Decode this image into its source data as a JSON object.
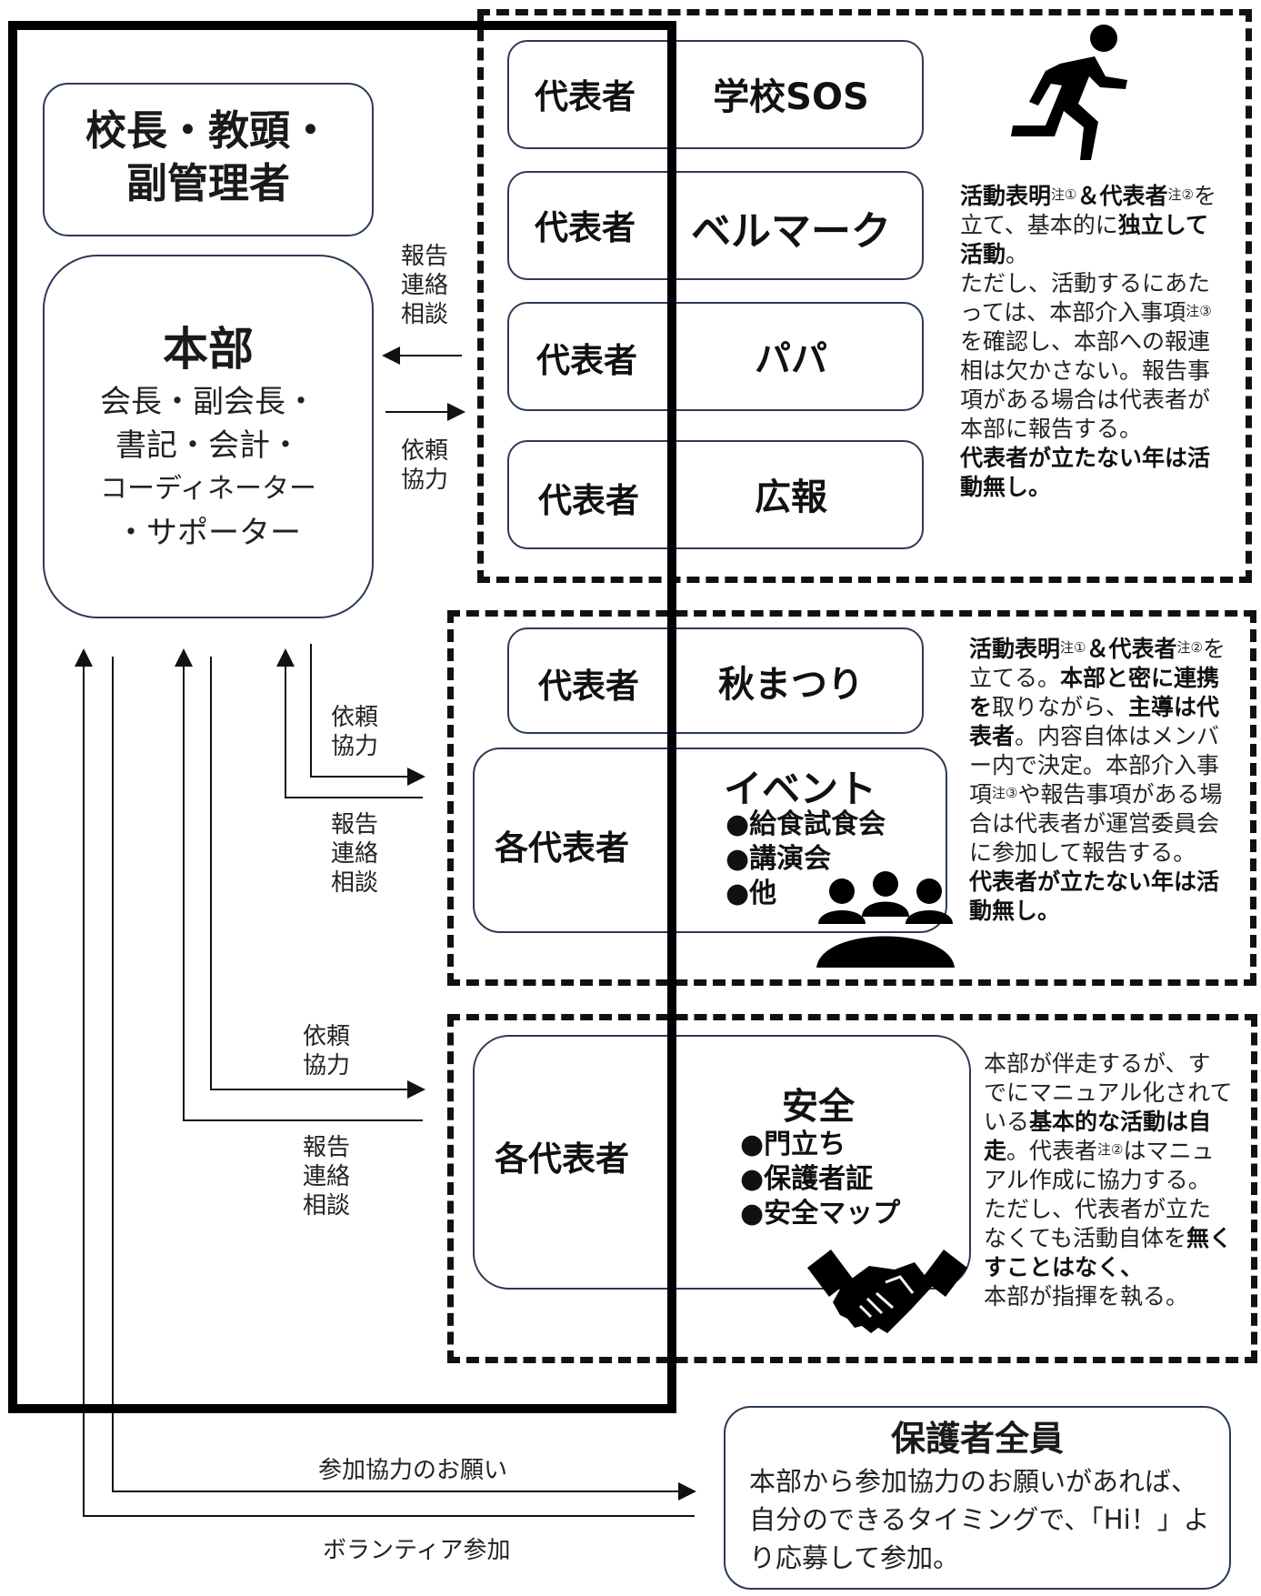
{
  "leadership": {
    "line1": "校長・教頭・",
    "line2": "副管理者"
  },
  "honbu": {
    "title": "本部",
    "line1": "会長・副会長・",
    "line2": "書記・会計・",
    "line3": "コーディネーター",
    "line4": "・サポーター"
  },
  "arrow_labels": {
    "report": [
      "報告",
      "連絡",
      "相談"
    ],
    "request": [
      "依頼",
      "協力"
    ]
  },
  "group1": {
    "rows": [
      {
        "rep": "代表者",
        "name": "学校SOS"
      },
      {
        "rep": "代表者",
        "name": "ベルマーク"
      },
      {
        "rep": "代表者",
        "name": "パパ"
      },
      {
        "rep": "代表者",
        "name": "広報"
      }
    ],
    "note": {
      "p1": "活動表明",
      "p2": "注①",
      "p3": "＆代表者",
      "p4": "注②",
      "p5": "を立て、基本的に",
      "p6": "独立して活動",
      "p7": "。",
      "p8": "ただし、活動するにあたっては、本部介入事項",
      "p9": "注③",
      "p10": "を確認し、本部への報連相は欠かさない。報告事項がある場合は代表者が本部に報告する。",
      "p11": "代表者が立たない年は活動無し。"
    }
  },
  "group2": {
    "rep1": "代表者",
    "name1": "秋まつり",
    "rep2": "各代表者",
    "event_title": "イベント",
    "bullets": [
      "●給食試食会",
      "●講演会",
      "●他"
    ],
    "note": {
      "p1": "活動表明",
      "p2": "注①",
      "p3": "＆代表者",
      "p4": "注②",
      "p5": "を立てる。",
      "p6": "本部と密に連携を",
      "p7": "取りながら、",
      "p8": "主導は代表者",
      "p9": "。内容自体はメンバー内で決定。本部介入事項",
      "p10": "注③",
      "p11": "や報告事項がある場合は代表者が運営委員会に参加して報告する。",
      "p12": "代表者が立たない年は活動無し。"
    }
  },
  "group3": {
    "rep": "各代表者",
    "title": "安全",
    "bullets": [
      "●門立ち",
      "●保護者証",
      "●安全マップ"
    ],
    "note": {
      "p1": "本部が伴走するが、すでにマニュアル化されている",
      "p2": "基本的な活動は自走",
      "p3": "。代表者",
      "p4": "注②",
      "p5": "はマニュアル作成に協力する。ただし、代表者が立たなくても活動自体を",
      "p6": "無くすことはなく、",
      "p7": "本部が指揮を執る。"
    }
  },
  "parents": {
    "title": "保護者全員",
    "body": "本部から参加協力のお願いがあれば、自分のできるタイミングで、「Hi！」より応募して参加。"
  },
  "bottom_labels": {
    "request": "参加協力のお願い",
    "volunteer": "ボランティア参加"
  },
  "icons": [
    "running-person-icon",
    "meeting-group-icon",
    "handshake-icon"
  ]
}
